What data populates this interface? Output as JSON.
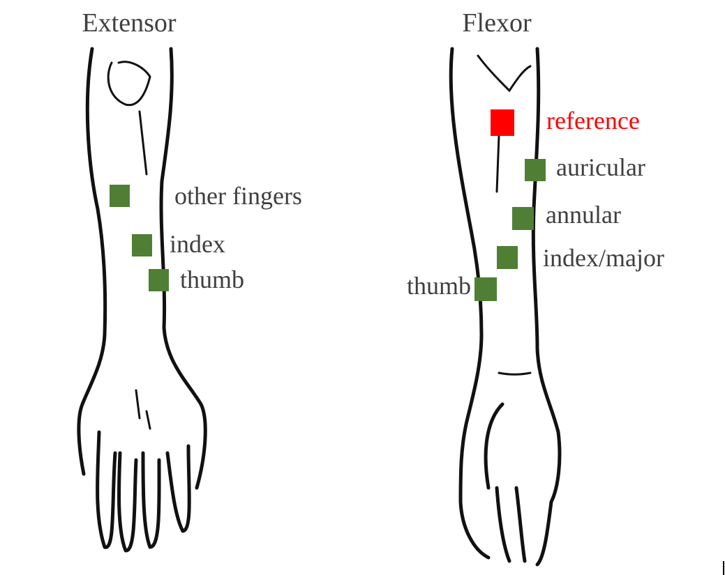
{
  "colors": {
    "electrode": "#4f7f34",
    "reference": "#ff0000",
    "text": "#3f3f3f"
  },
  "extensor": {
    "title": "Extensor",
    "electrodes": [
      {
        "label": "other fingers"
      },
      {
        "label": "index"
      },
      {
        "label": "thumb"
      }
    ]
  },
  "flexor": {
    "title": "Flexor",
    "reference": {
      "label": "reference"
    },
    "electrodes": [
      {
        "label": "auricular"
      },
      {
        "label": "annular"
      },
      {
        "label": "index/major"
      },
      {
        "label": "thumb"
      }
    ]
  }
}
